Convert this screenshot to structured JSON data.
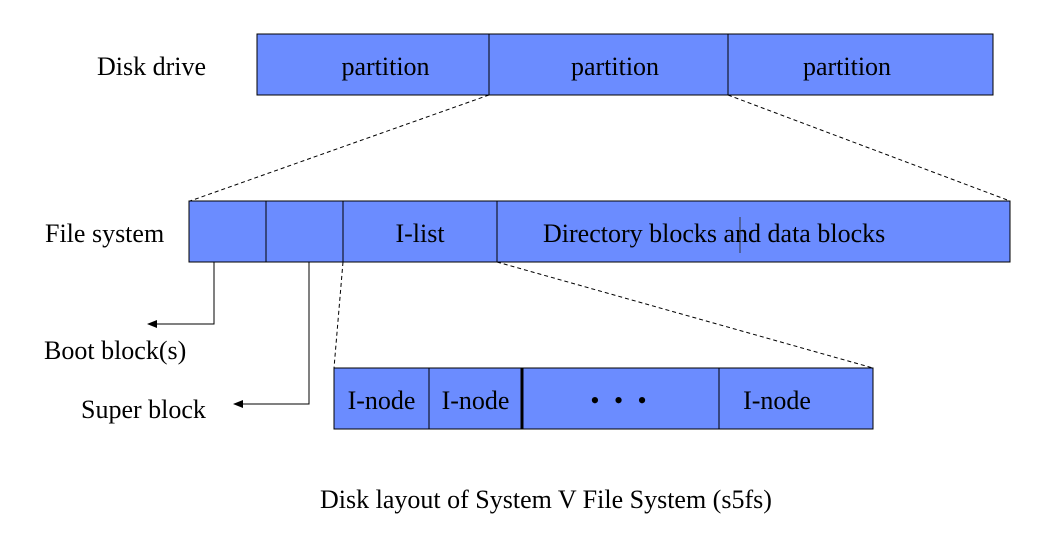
{
  "colors": {
    "block_fill": "#6b8cff",
    "stroke": "#000000",
    "background": "#ffffff"
  },
  "disk_drive": {
    "label": "Disk drive",
    "partitions": [
      "partition",
      "partition",
      "partition"
    ]
  },
  "file_system": {
    "label": "File system",
    "boot_label": "",
    "super_label": "",
    "ilist_label": "I-list",
    "data_label": "Directory blocks and data blocks"
  },
  "ilist_detail": {
    "cells": [
      "I-node",
      "I-node",
      "• • •",
      "I-node"
    ]
  },
  "pointers": {
    "boot": "Boot block(s)",
    "super": "Super block"
  },
  "caption": "Disk layout of System V File System (s5fs)"
}
